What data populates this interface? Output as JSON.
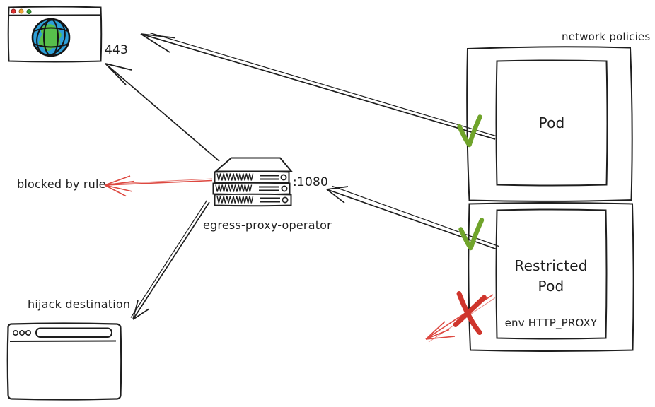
{
  "labels": {
    "port443": "443",
    "networkPolicies": "network policies",
    "pod": "Pod",
    "restrictedPod": "Restricted Pod",
    "envProxy": "env HTTP_PROXY",
    "port1080": ":1080",
    "operator": "egress-proxy-operator",
    "blockedByRule": "blocked by rule",
    "hijackDestination": "hijack destination"
  },
  "icons": {
    "internet": "browser-globe-icon",
    "proxy": "server-stack-icon",
    "hijack": "browser-window-icon",
    "podAllowed": "green-check-icon",
    "restrictedAllowed": "green-check-icon",
    "restrictedDirect": "red-x-icon"
  },
  "colors": {
    "stroke": "#1e1e1e",
    "green": "#70a42b",
    "red": "#d23f34",
    "globeBlue": "#2d9fd8",
    "globeGreen": "#57bf4b",
    "dotRed": "#e03131",
    "dotOrange": "#f0a436",
    "dotGreen": "#35a635"
  }
}
